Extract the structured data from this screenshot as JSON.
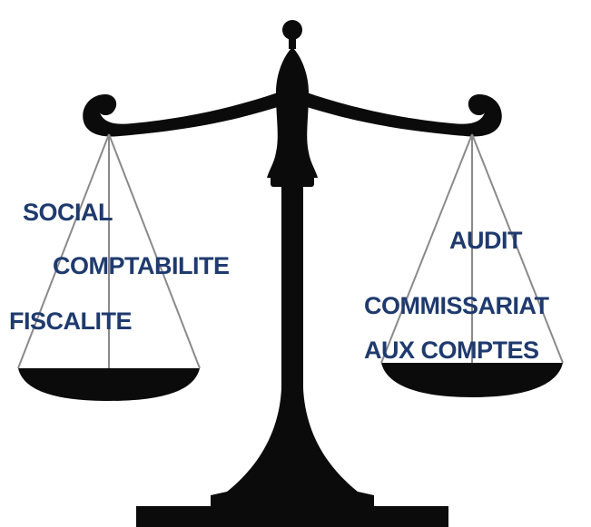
{
  "illustration": {
    "subject": "scales-of-justice-icon",
    "fill_color": "#0b0b0b",
    "string_color": "#8a8a8a",
    "background": "#ffffff"
  },
  "label_color": "#1f3a6e",
  "left_pan": {
    "labels": [
      "SOCIAL",
      "COMPTABILITE",
      "FISCALITE"
    ]
  },
  "right_pan": {
    "labels": [
      "AUDIT",
      "COMMISSARIAT",
      "AUX COMPTES"
    ]
  }
}
